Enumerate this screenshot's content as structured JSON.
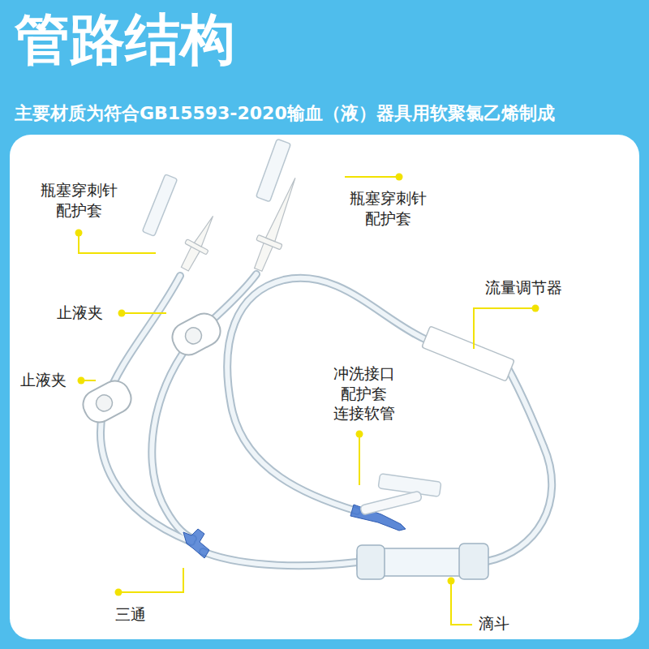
{
  "diagram": {
    "title": "管路结构",
    "labels": [
      "主要材质为符合GB15593-2020输血（液）器具用软聚氯乙烯制成",
      "瓶塞穿刺针 配护套",
      "瓶塞穿刺针 配护套",
      "流量调节器",
      "止液夹",
      "冲洗接口 配护套 连接软管",
      "止液夹",
      "三通",
      "滴斗"
    ]
  }
}
